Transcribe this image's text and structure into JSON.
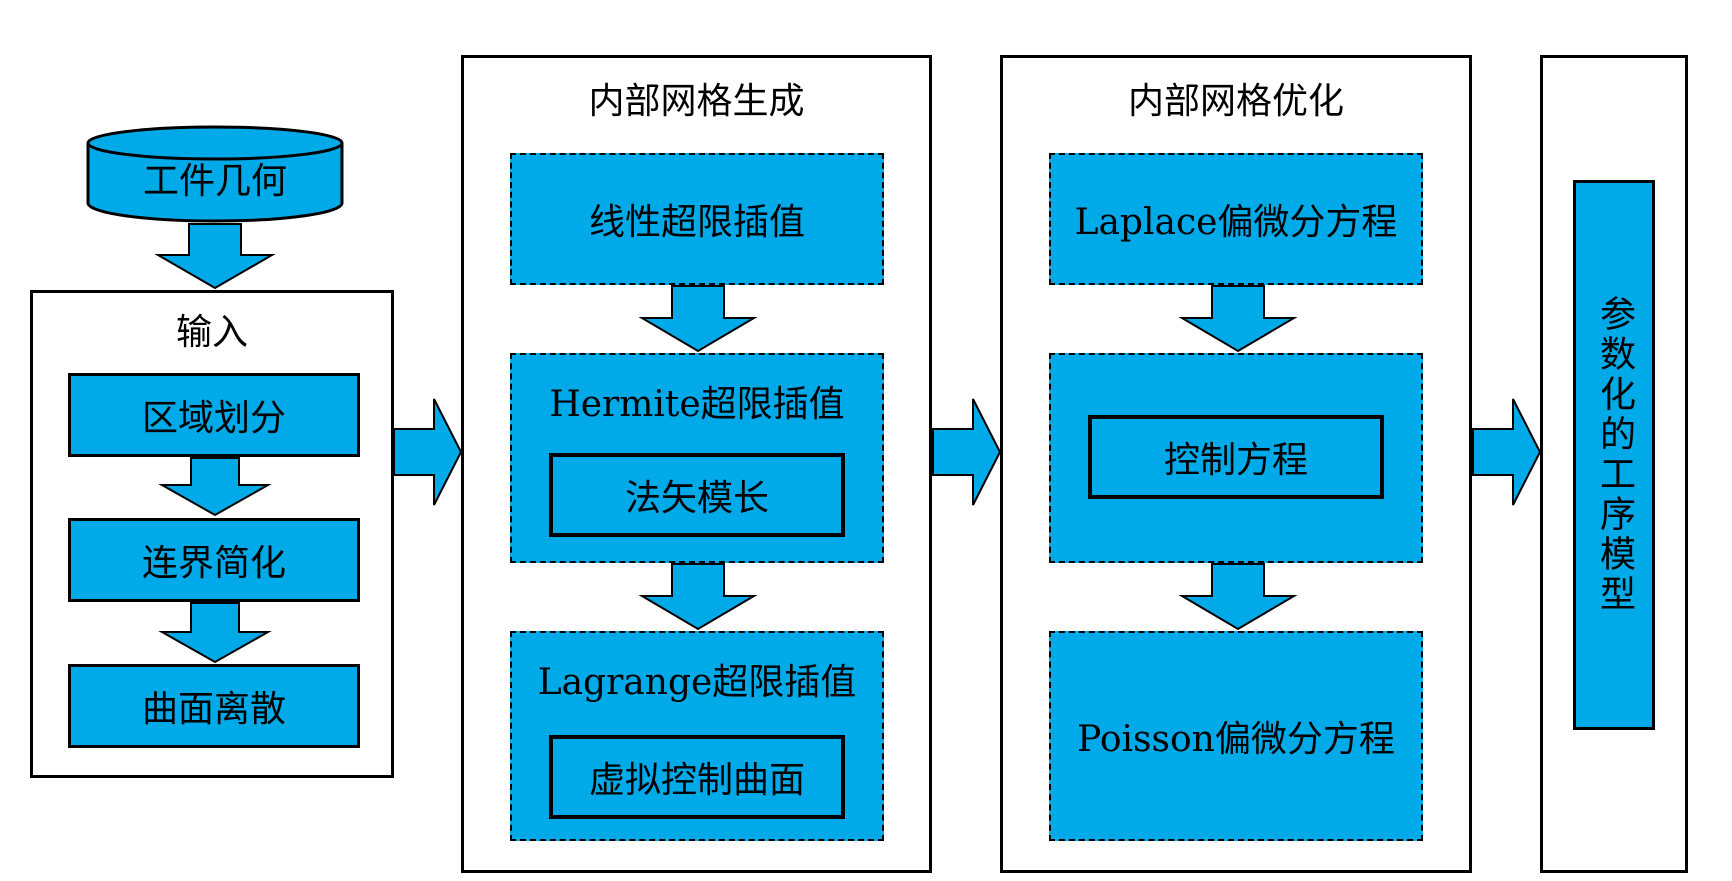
{
  "input_panel": {
    "cylinder_label": "工件几何",
    "title": "输入",
    "steps": [
      "区域划分",
      "连界简化",
      "曲面离散"
    ]
  },
  "generation_panel": {
    "title": "内部网格生成",
    "box1": "线性超限插值",
    "box2": {
      "label": "Hermite超限插值",
      "inner": "法矢模长"
    },
    "box3": {
      "label": "Lagrange超限插值",
      "inner": "虚拟控制曲面"
    }
  },
  "optimization_panel": {
    "title": "内部网格优化",
    "box1": "Laplace偏微分方程",
    "box2_inner": "控制方程",
    "box3": "Poisson偏微分方程"
  },
  "output_panel": {
    "label": "参数化的工序模型"
  },
  "colors": {
    "fill": "#00a9e8",
    "stroke": "#000000",
    "background": "#ffffff"
  }
}
